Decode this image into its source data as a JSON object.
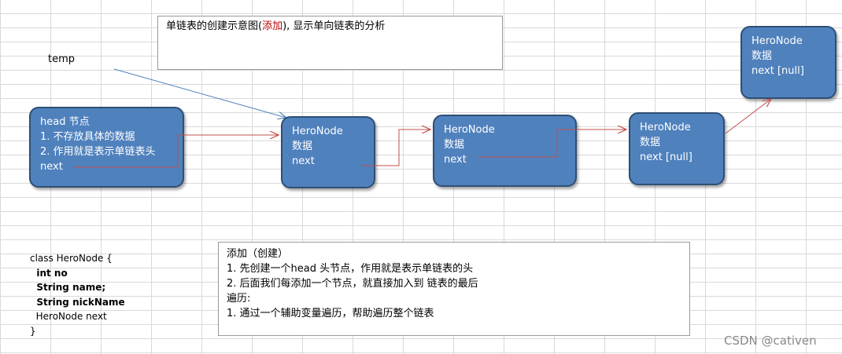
{
  "title_note": {
    "prefix": "单链表的创建示意图(",
    "highlight": "添加",
    "suffix": "), 显示单向链表的分析",
    "highlight_color": "#c00000"
  },
  "temp_label": "temp",
  "head_node": {
    "lines": [
      "head 节点",
      "1. 不存放具体的数据",
      "2. 作用就是表示单链表头",
      "next"
    ]
  },
  "hero_nodes": [
    {
      "lines": [
        "HeroNode",
        "数据",
        "next"
      ]
    },
    {
      "lines": [
        "HeroNode",
        "数据",
        "next"
      ]
    },
    {
      "lines": [
        "HeroNode",
        "数据",
        "next [null]"
      ]
    },
    {
      "lines": [
        "HeroNode",
        "数据",
        "next [null]"
      ]
    }
  ],
  "code": {
    "lines": [
      "class HeroNode {",
      "  int no",
      "  String name;",
      "  String nickName",
      "  HeroNode next",
      "}"
    ],
    "bold_lines": [
      1,
      2,
      3
    ]
  },
  "description": {
    "lines": [
      "添加（创建）",
      "1. 先创建一个head 头节点，作用就是表示单链表的头",
      "2. 后面我们每添加一个节点，就直接加入到 链表的最后",
      "遍历:",
      "1.  通过一个辅助变量遍历，帮助遍历整个链表"
    ]
  },
  "watermark": "CSDN @cativen",
  "colors": {
    "node_fill": "#4f81bd",
    "node_border": "#2f4f75",
    "link_arrow": "#c0504d",
    "temp_arrow": "#4f81bd",
    "grid": "#d9d9d9"
  }
}
